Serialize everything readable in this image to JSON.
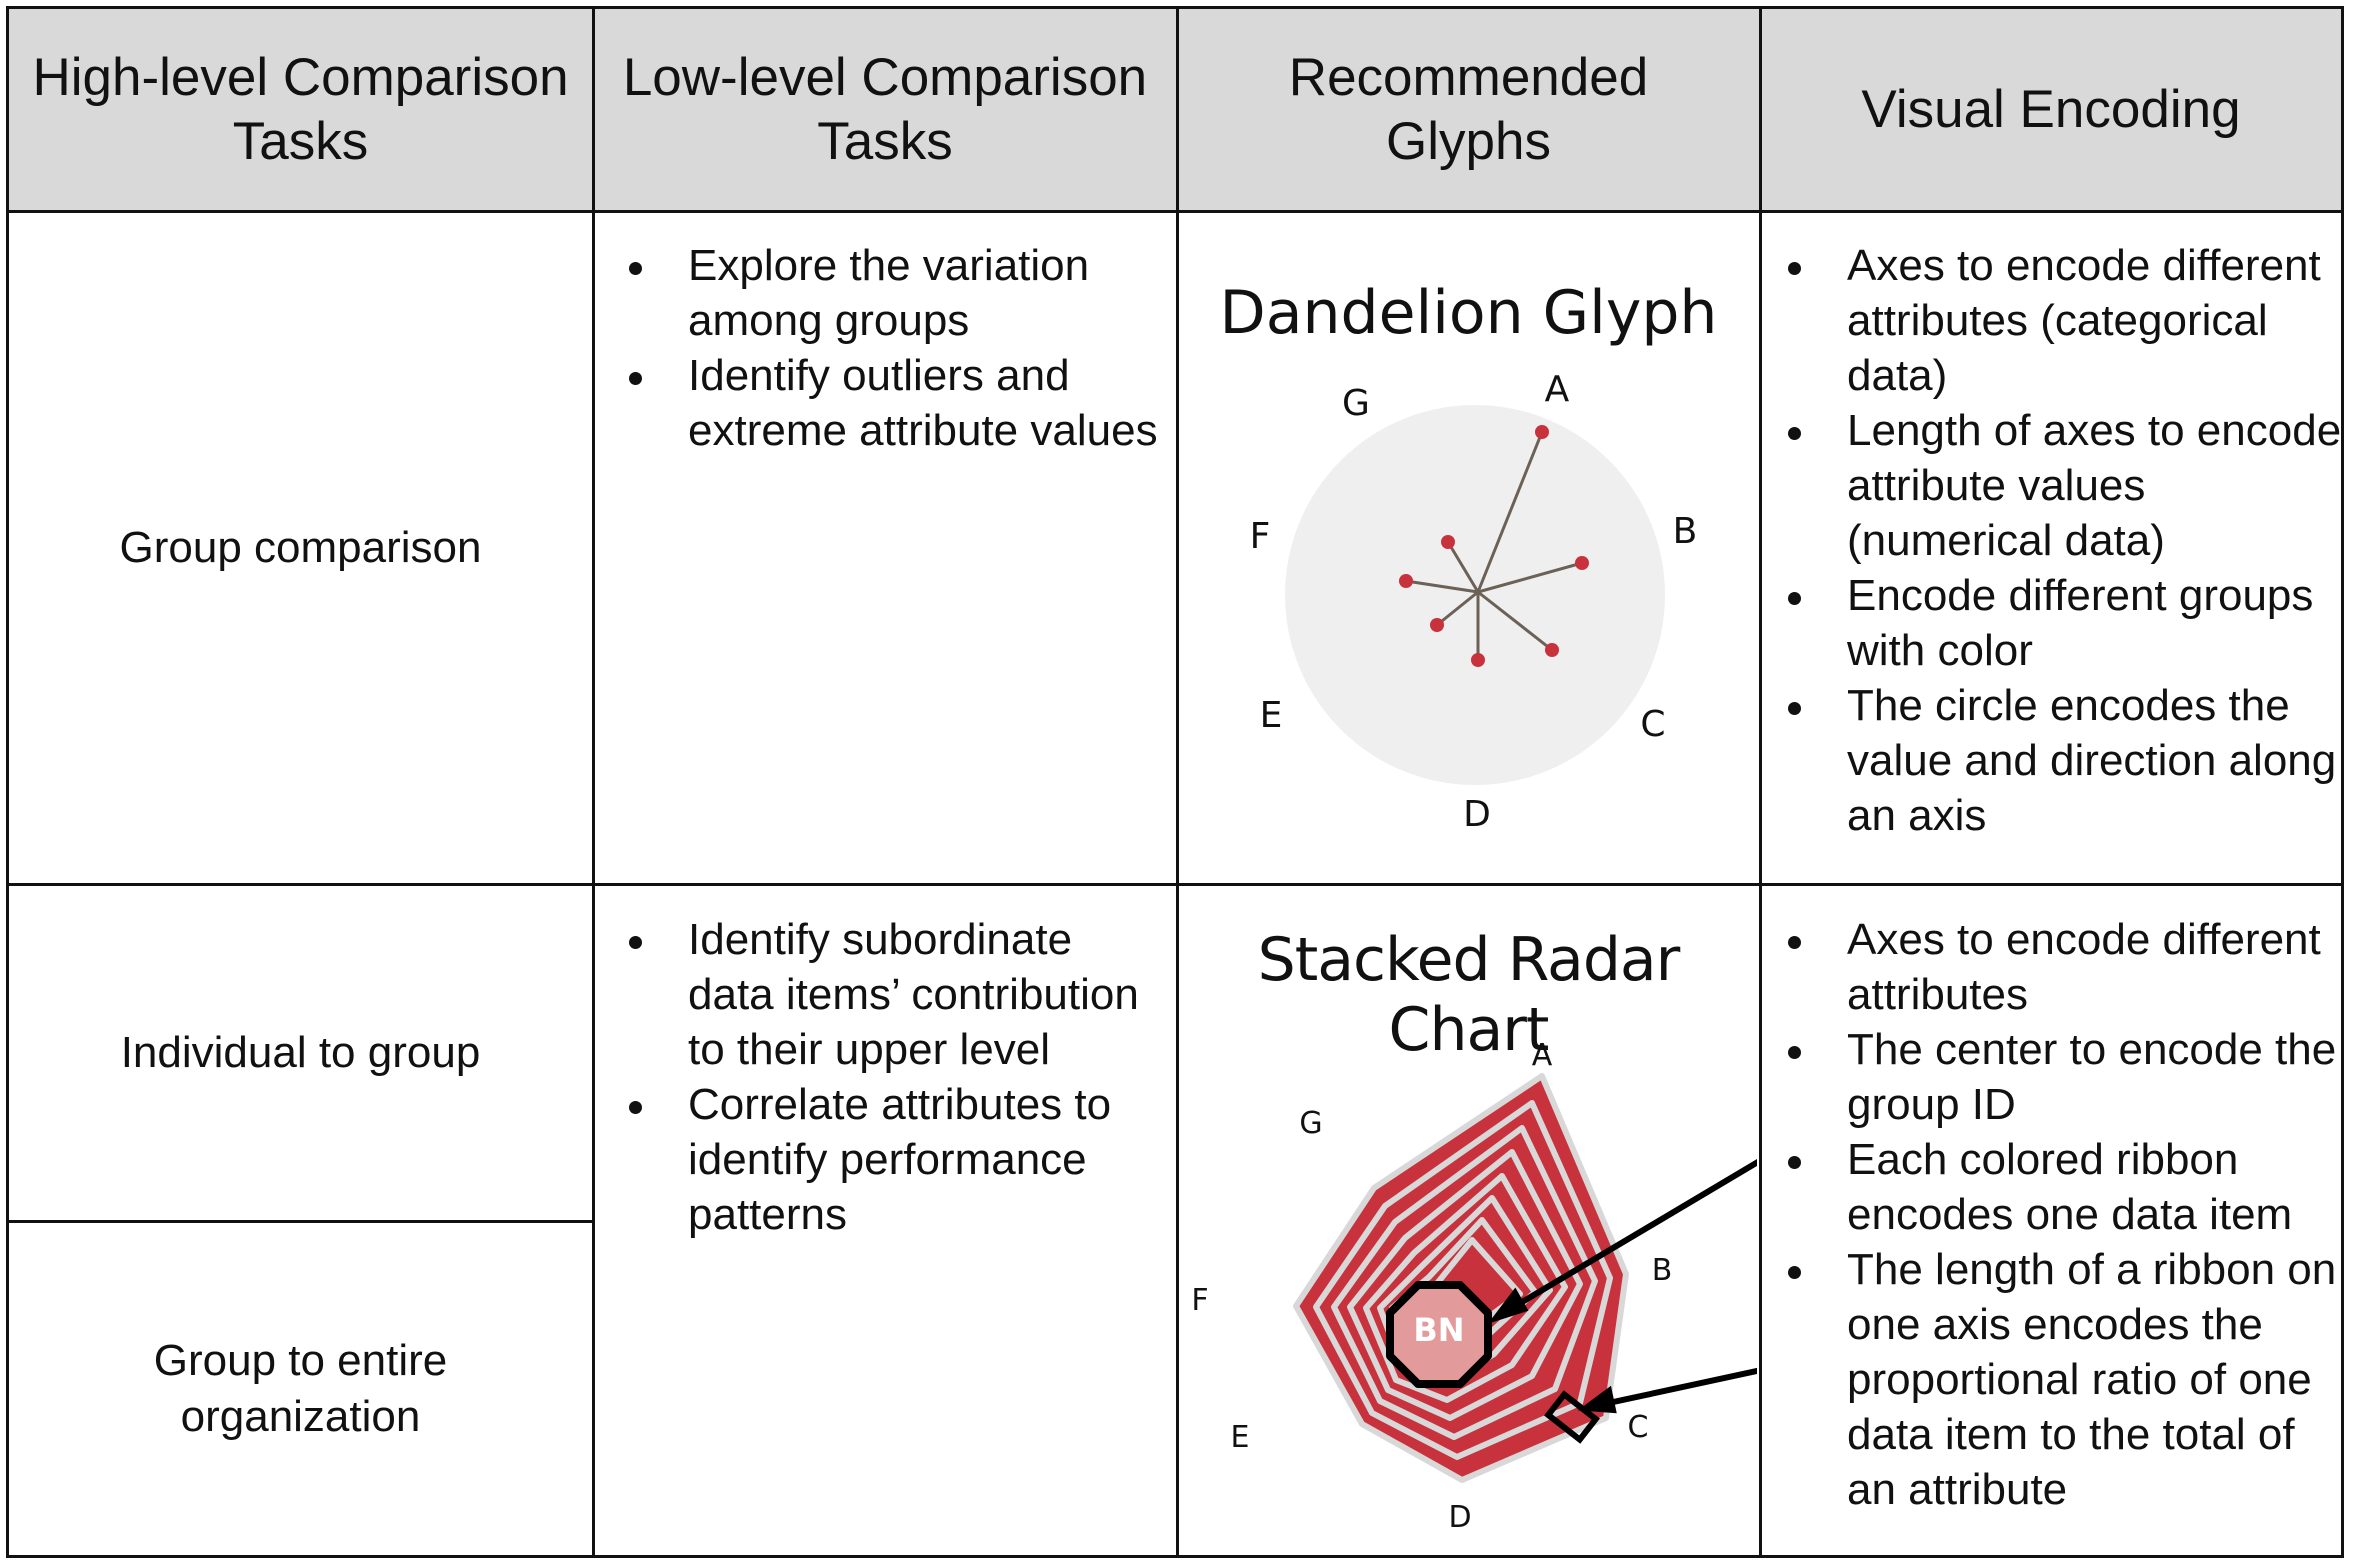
{
  "headers": {
    "high_level": "High-level Comparison Tasks",
    "low_level": "Low-level Comparison Tasks",
    "glyphs": "Recommended Glyphs",
    "encoding": "Visual Encoding"
  },
  "rows": [
    {
      "high_level": "Group comparison",
      "low_level": [
        "Explore the variation among groups",
        "Identify outliers and extreme attribute values"
      ],
      "glyph_title": "Dandelion Glyph",
      "encoding": [
        "Axes to encode different attributes (categorical data)",
        "Length of axes to encode attribute values (numerical data)",
        "Encode different groups with color",
        "The circle encodes the value and direction along an axis"
      ]
    },
    {
      "high_level_a": "Individual to group",
      "high_level_b": "Group to entire organization",
      "low_level": [
        "Identify subordinate data items’ contribution to their upper level",
        "Correlate attributes to identify performance patterns"
      ],
      "glyph_title": "Stacked Radar Chart",
      "center_label": "BN",
      "encoding": [
        "Axes to encode different attributes",
        "The center to encode the group ID",
        "Each colored ribbon encodes one data item",
        "The length of a ribbon on one axis encodes the proportional ratio of one data item to the total of an attribute"
      ]
    }
  ],
  "axis_labels": [
    "A",
    "B",
    "C",
    "D",
    "E",
    "F",
    "G"
  ],
  "colors": {
    "header_bg": "#d9d9d9",
    "glyph_red": "#c8323c",
    "circle_bg": "#efefef",
    "stem": "#6b6157"
  }
}
